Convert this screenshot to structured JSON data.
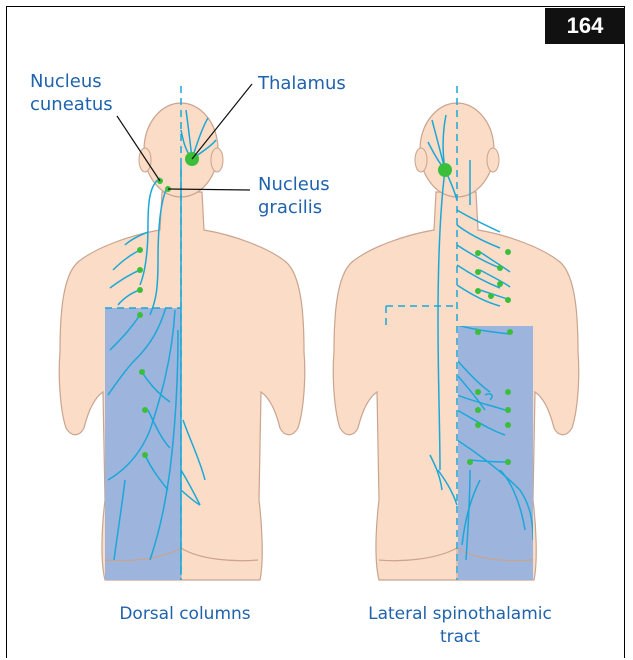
{
  "figure": {
    "number": "164"
  },
  "labels": {
    "nucleus_cuneatus_l1": "Nucleus",
    "nucleus_cuneatus_l2": "cuneatus",
    "thalamus": "Thalamus",
    "nucleus_gracilis_l1": "Nucleus",
    "nucleus_gracilis_l2": "gracilis"
  },
  "captions": {
    "left": "Dorsal columns",
    "right_l1": "Lateral spinothalamic",
    "right_l2": "tract"
  },
  "colors": {
    "skin": "#fbdcc6",
    "skin_outline": "#c9a48e",
    "dermatome": "#9db4dc",
    "nerve": "#1aa8d8",
    "node": "#3bbf3b",
    "label": "#1f63ad"
  }
}
